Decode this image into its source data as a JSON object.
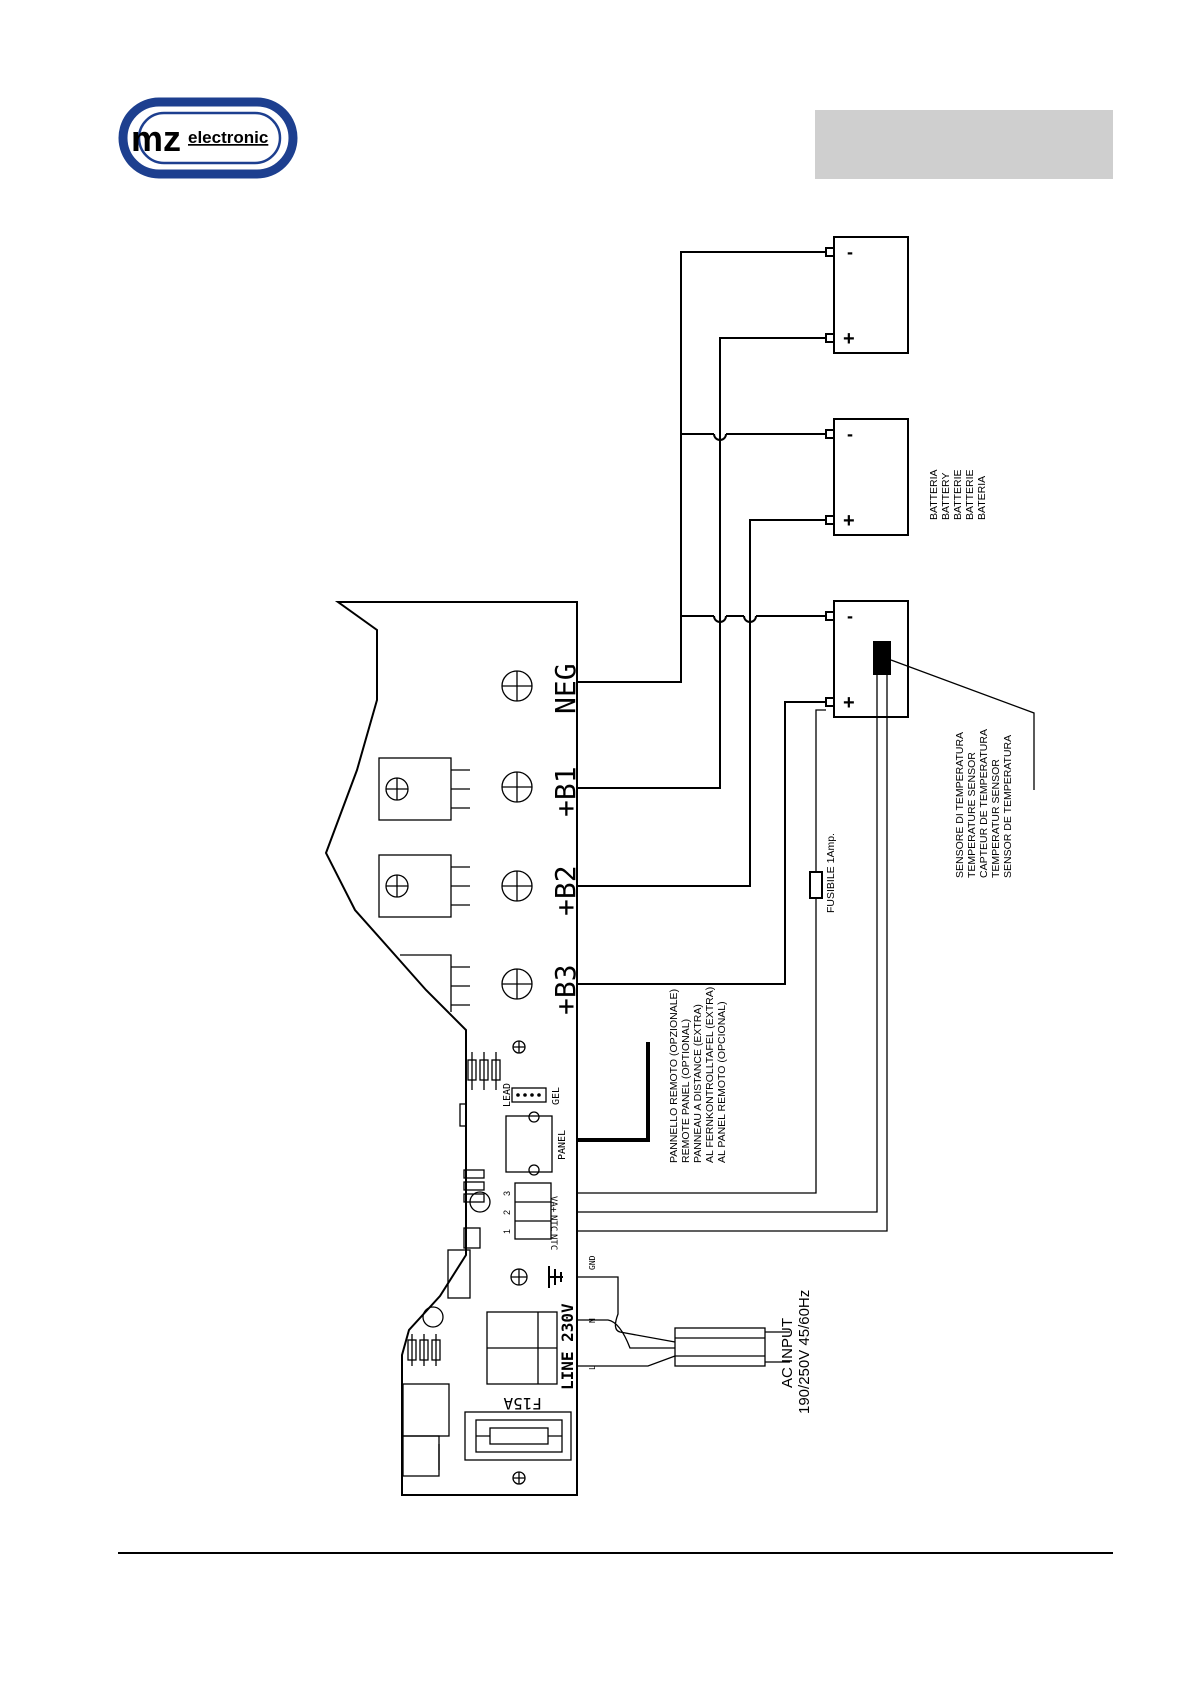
{
  "logo": {
    "text_mz": "mz",
    "text_electronic": "electronic",
    "color": "#1d3f8f"
  },
  "header_box": {
    "color": "#cfcfcf",
    "text": ""
  },
  "board": {
    "terminals": {
      "neg": "NEG",
      "b1": "+B1",
      "b2": "+B2",
      "b3": "+B3"
    },
    "lead": "LEAD",
    "gel": "GEL",
    "panel": "PANEL",
    "pin3": "3",
    "pin2": "2",
    "pin1": "1",
    "va": "VA+",
    "ntc2": "NTC",
    "ntc1": "NTC",
    "line": "LINE 230V",
    "gnd": "GND",
    "n": "N",
    "l": "L",
    "fuse": "F15A"
  },
  "battery": {
    "minus": "-",
    "plus": "+"
  },
  "labels": {
    "battery": [
      "BATTERIA",
      "BATTERY",
      "BATTERIE",
      "BATTERIE",
      "BATERIA"
    ],
    "temp_sensor": [
      "SENSORE DI TEMPERATURA",
      "TEMPERATURE SENSOR",
      "CAPTEUR DE TEMPERATURA",
      "TEMPERATUR SENSOR",
      "SENSOR DE TEMPERATURA"
    ],
    "remote_panel": [
      "PANNELLO REMOTO (OPZIONALE)",
      "REMOTE PANEL (OPTIONAL)",
      "PANNEAU A DISTANCE (EXTRA)",
      "AL FERNKONTROLLTAFEL (EXTRA)",
      "AL PANEL REMOTO (OPCIONAL)"
    ],
    "fuse": "FUSIBILE 1Amp.",
    "ac_input": [
      "AC INPUT",
      "190/250V 45/60Hz"
    ]
  }
}
